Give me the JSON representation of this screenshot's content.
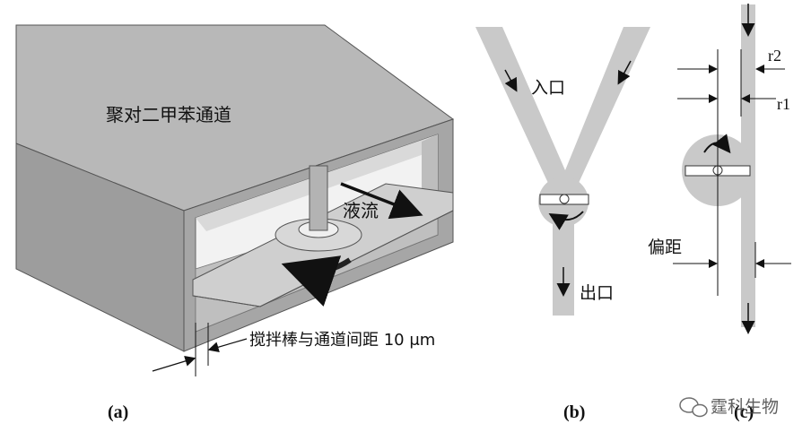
{
  "panel_a": {
    "channel_label": "聚对二甲苯通道",
    "flow_label": "液流",
    "gap_label": "搅拌棒与通道间距 10 μm",
    "caption": "(a)"
  },
  "panel_b": {
    "inlet_label": "入口",
    "outlet_label": "出口",
    "caption": "(b)"
  },
  "panel_c": {
    "r2_label": "r2",
    "r1_label": "r1",
    "offset_label": "偏距",
    "caption": "(c)"
  },
  "watermark": {
    "text": "霆科生物"
  },
  "colors": {
    "channel_gray": "#c9c9c9",
    "box_top": "#b5b5b5",
    "box_front": "#9a9a9a",
    "box_side": "#a8a8a8",
    "ink": "#111111"
  }
}
